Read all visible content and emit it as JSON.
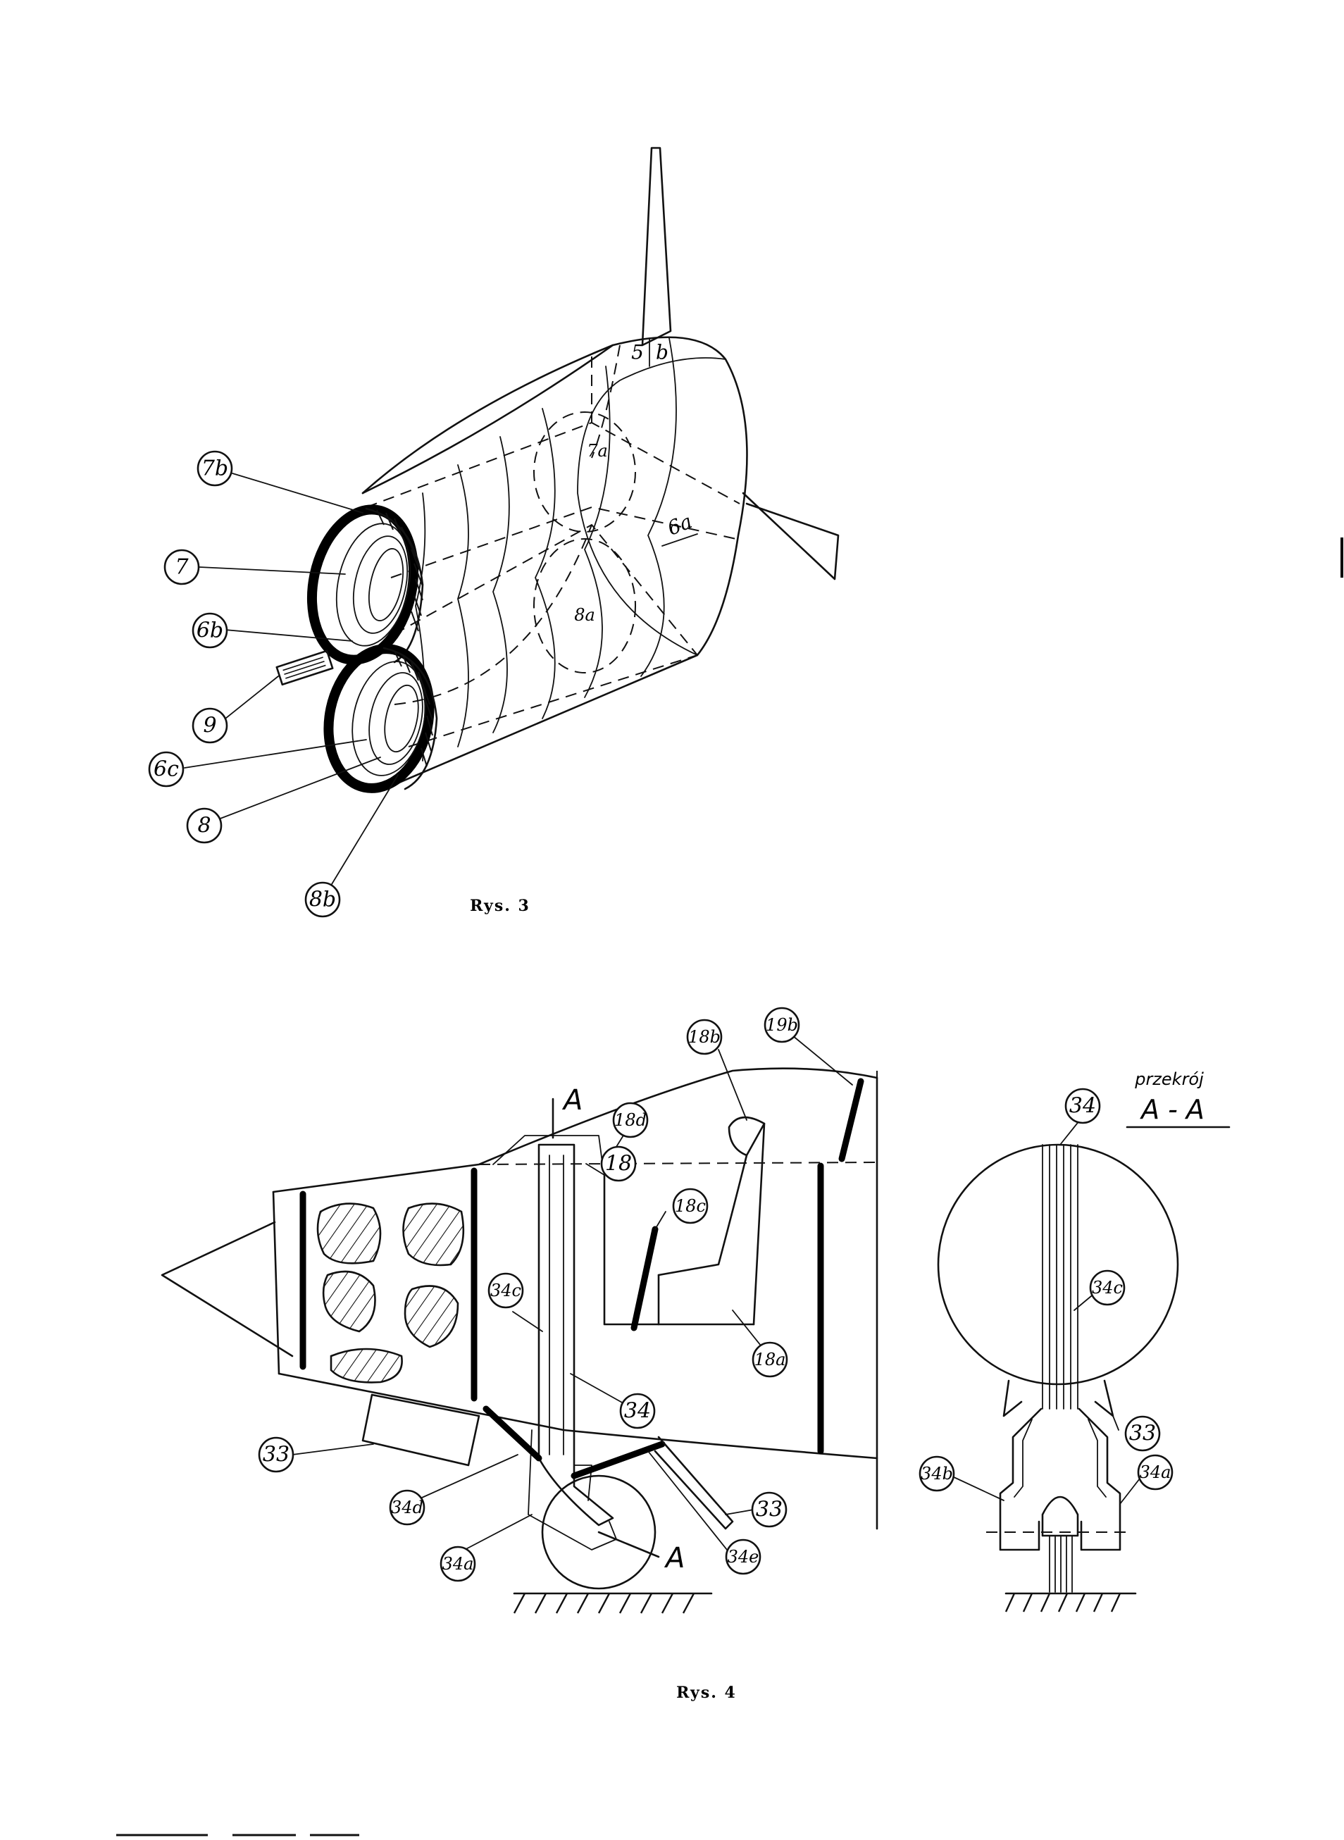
{
  "figure3": {
    "caption": "Rys. 3",
    "callouts": [
      "7b",
      "7",
      "6b",
      "9",
      "6c",
      "8",
      "8b"
    ],
    "inner_labels": [
      "5",
      "b",
      "7a",
      "6a",
      "8a"
    ]
  },
  "figure4": {
    "caption": "Rys. 4",
    "callouts": [
      "18b",
      "19b",
      "18d",
      "18",
      "18c",
      "34c",
      "34",
      "18a",
      "33",
      "33",
      "34d",
      "34a",
      "34e"
    ],
    "section_marker": "A",
    "section_view": {
      "label": "przekrój",
      "name": "A - A",
      "callouts": [
        "34",
        "34c",
        "33",
        "34b",
        "34a"
      ]
    }
  }
}
